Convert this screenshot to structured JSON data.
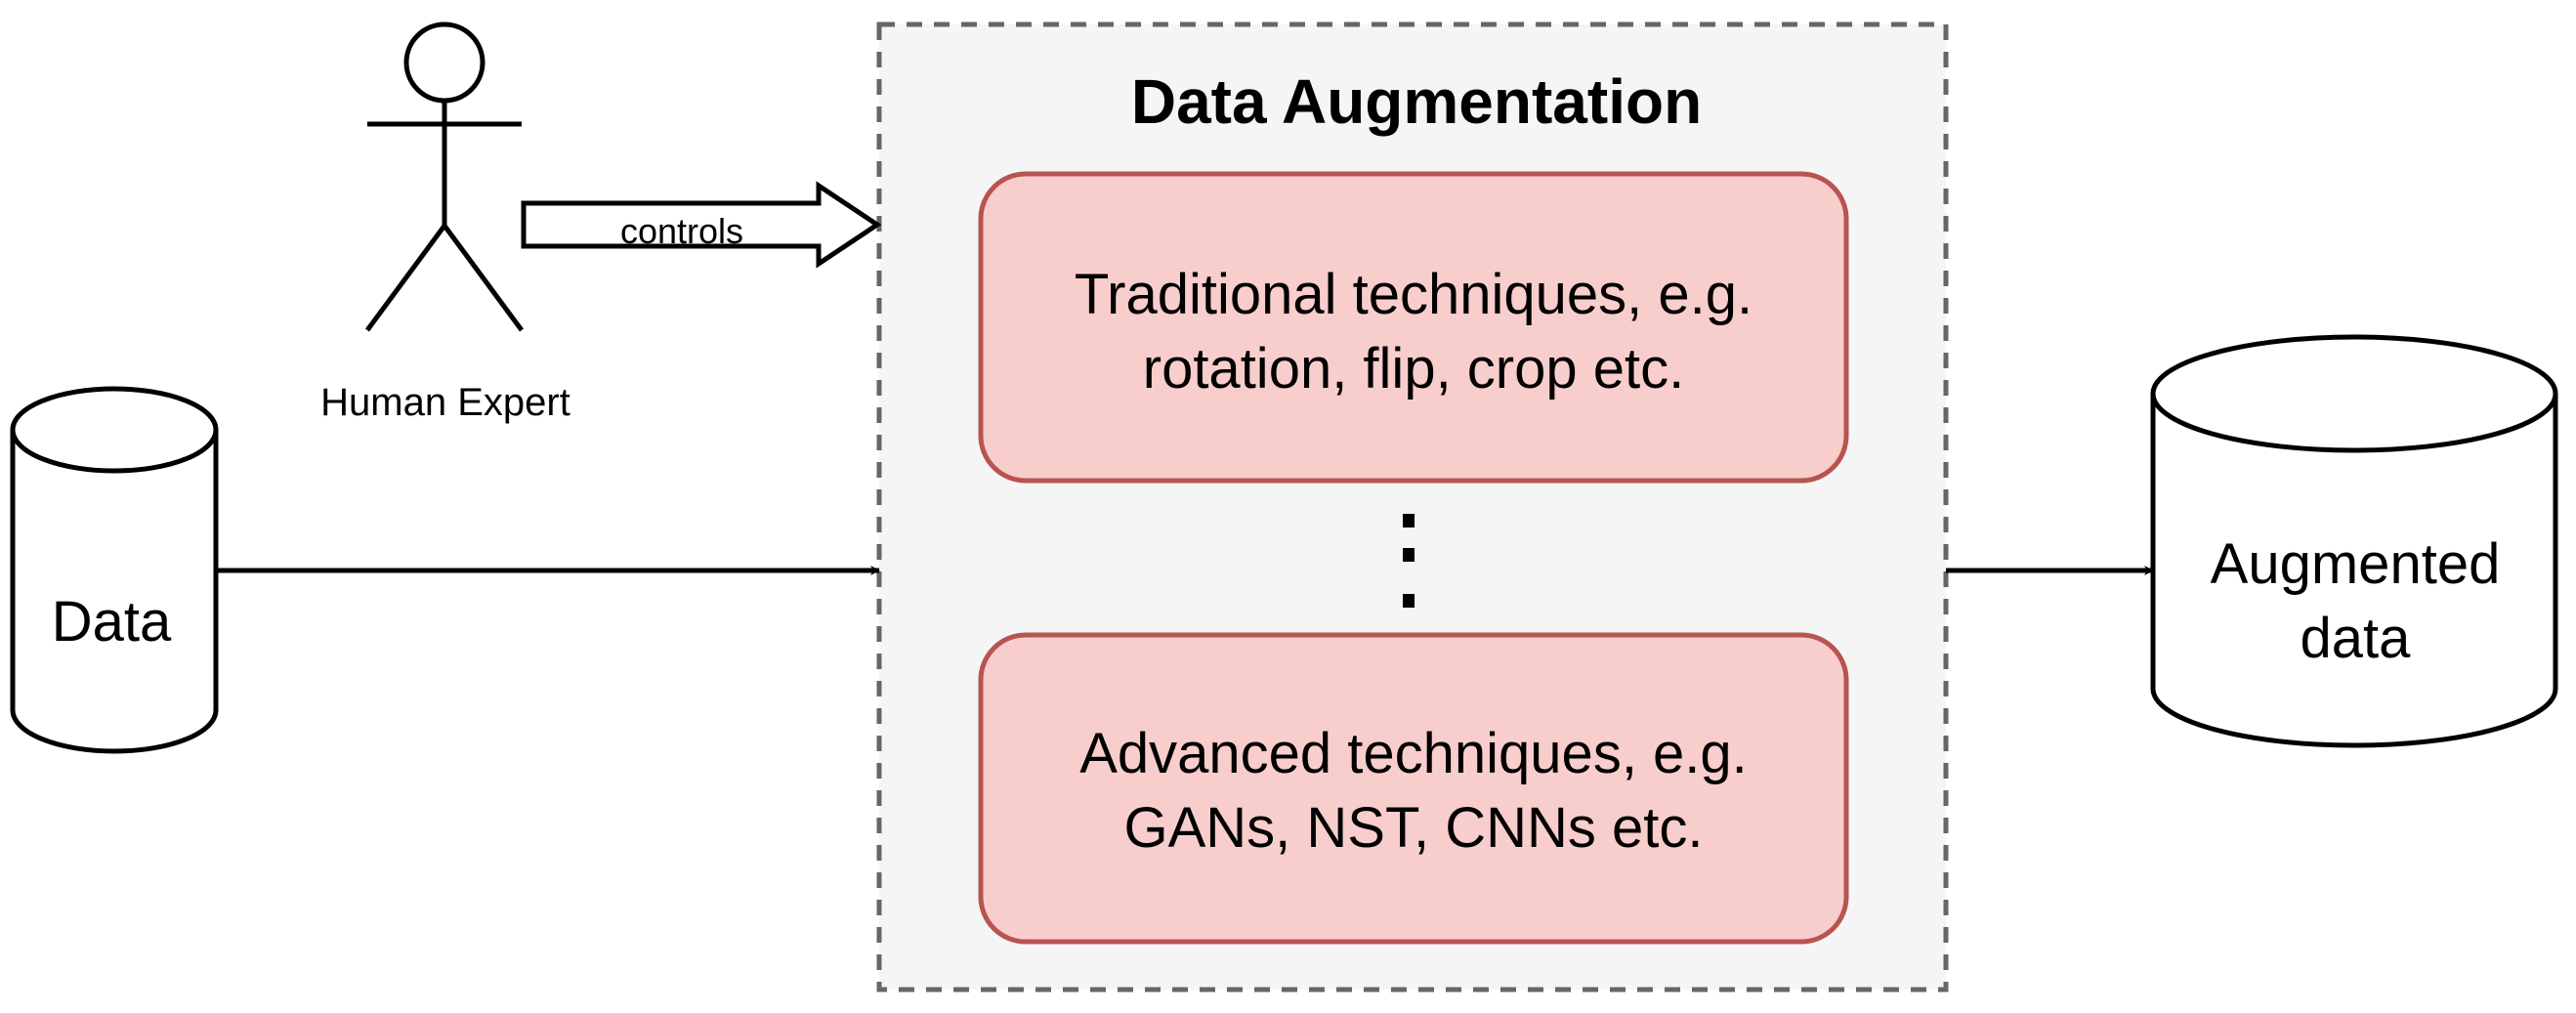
{
  "colors": {
    "container_fill": "#f5f5f5",
    "container_border": "#666666",
    "technique_fill": "#f8cecc",
    "technique_border": "#b85450",
    "stroke": "#000000"
  },
  "container": {
    "title": "Data Augmentation"
  },
  "actor": {
    "label": "Human Expert"
  },
  "controls_arrow": {
    "label": "controls"
  },
  "techniques": {
    "traditional": {
      "line1": "Traditional techniques, e.g.",
      "line2": "rotation, flip, crop etc."
    },
    "ellipsis": ":",
    "advanced": {
      "line1": "Advanced techniques, e.g.",
      "line2": "GANs, NST, CNNs etc."
    }
  },
  "input_store": {
    "label": "Data"
  },
  "output_store": {
    "line1": "Augmented",
    "line2": "data"
  }
}
